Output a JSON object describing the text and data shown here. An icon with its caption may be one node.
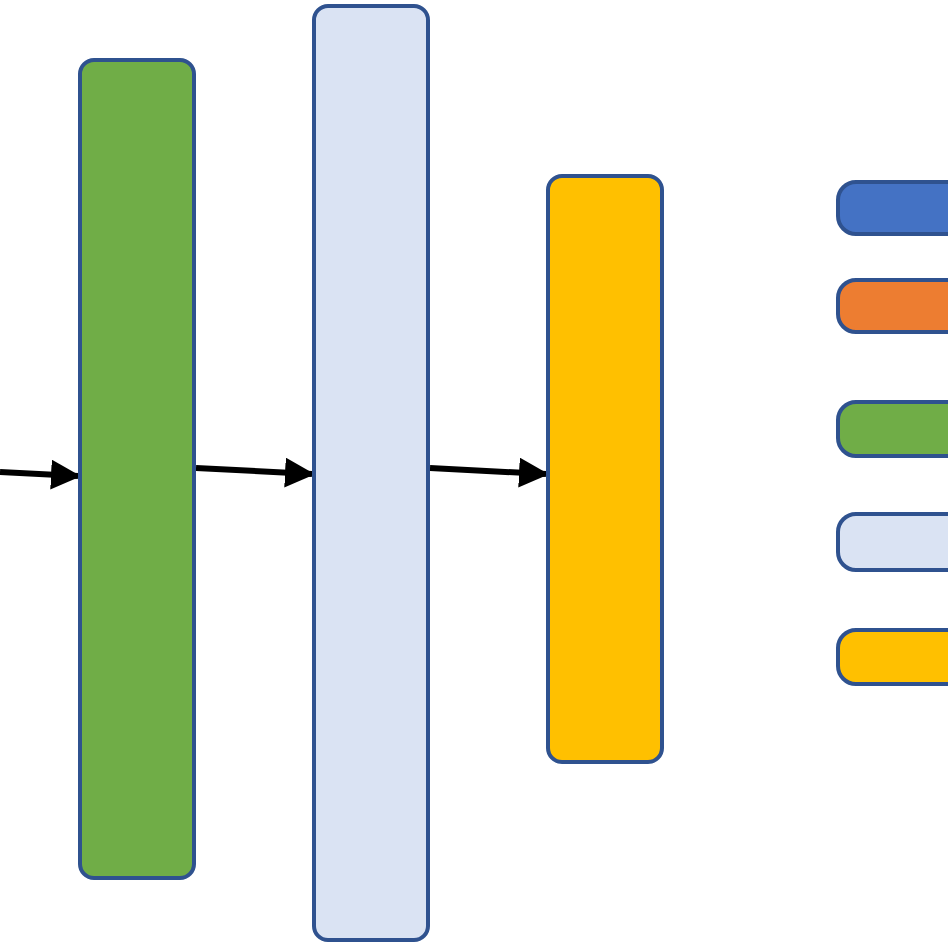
{
  "diagram": {
    "nodes": [
      {
        "text": [],
        "shape": "bar"
      },
      {
        "text": [],
        "shape": "bar"
      },
      {
        "text": [],
        "shape": "bar"
      },
      {
        "text": [],
        "shape": "box"
      },
      {
        "text": [],
        "shape": "box"
      },
      {
        "text": [],
        "shape": "box"
      },
      {
        "text": [],
        "shape": "box"
      },
      {
        "text": [],
        "shape": "box"
      }
    ],
    "edges": [
      {
        "from": null,
        "to": 0,
        "arrow": "to"
      },
      {
        "from": 0,
        "to": 1,
        "arrow": "to"
      },
      {
        "from": 1,
        "to": 2,
        "arrow": "to"
      }
    ]
  }
}
